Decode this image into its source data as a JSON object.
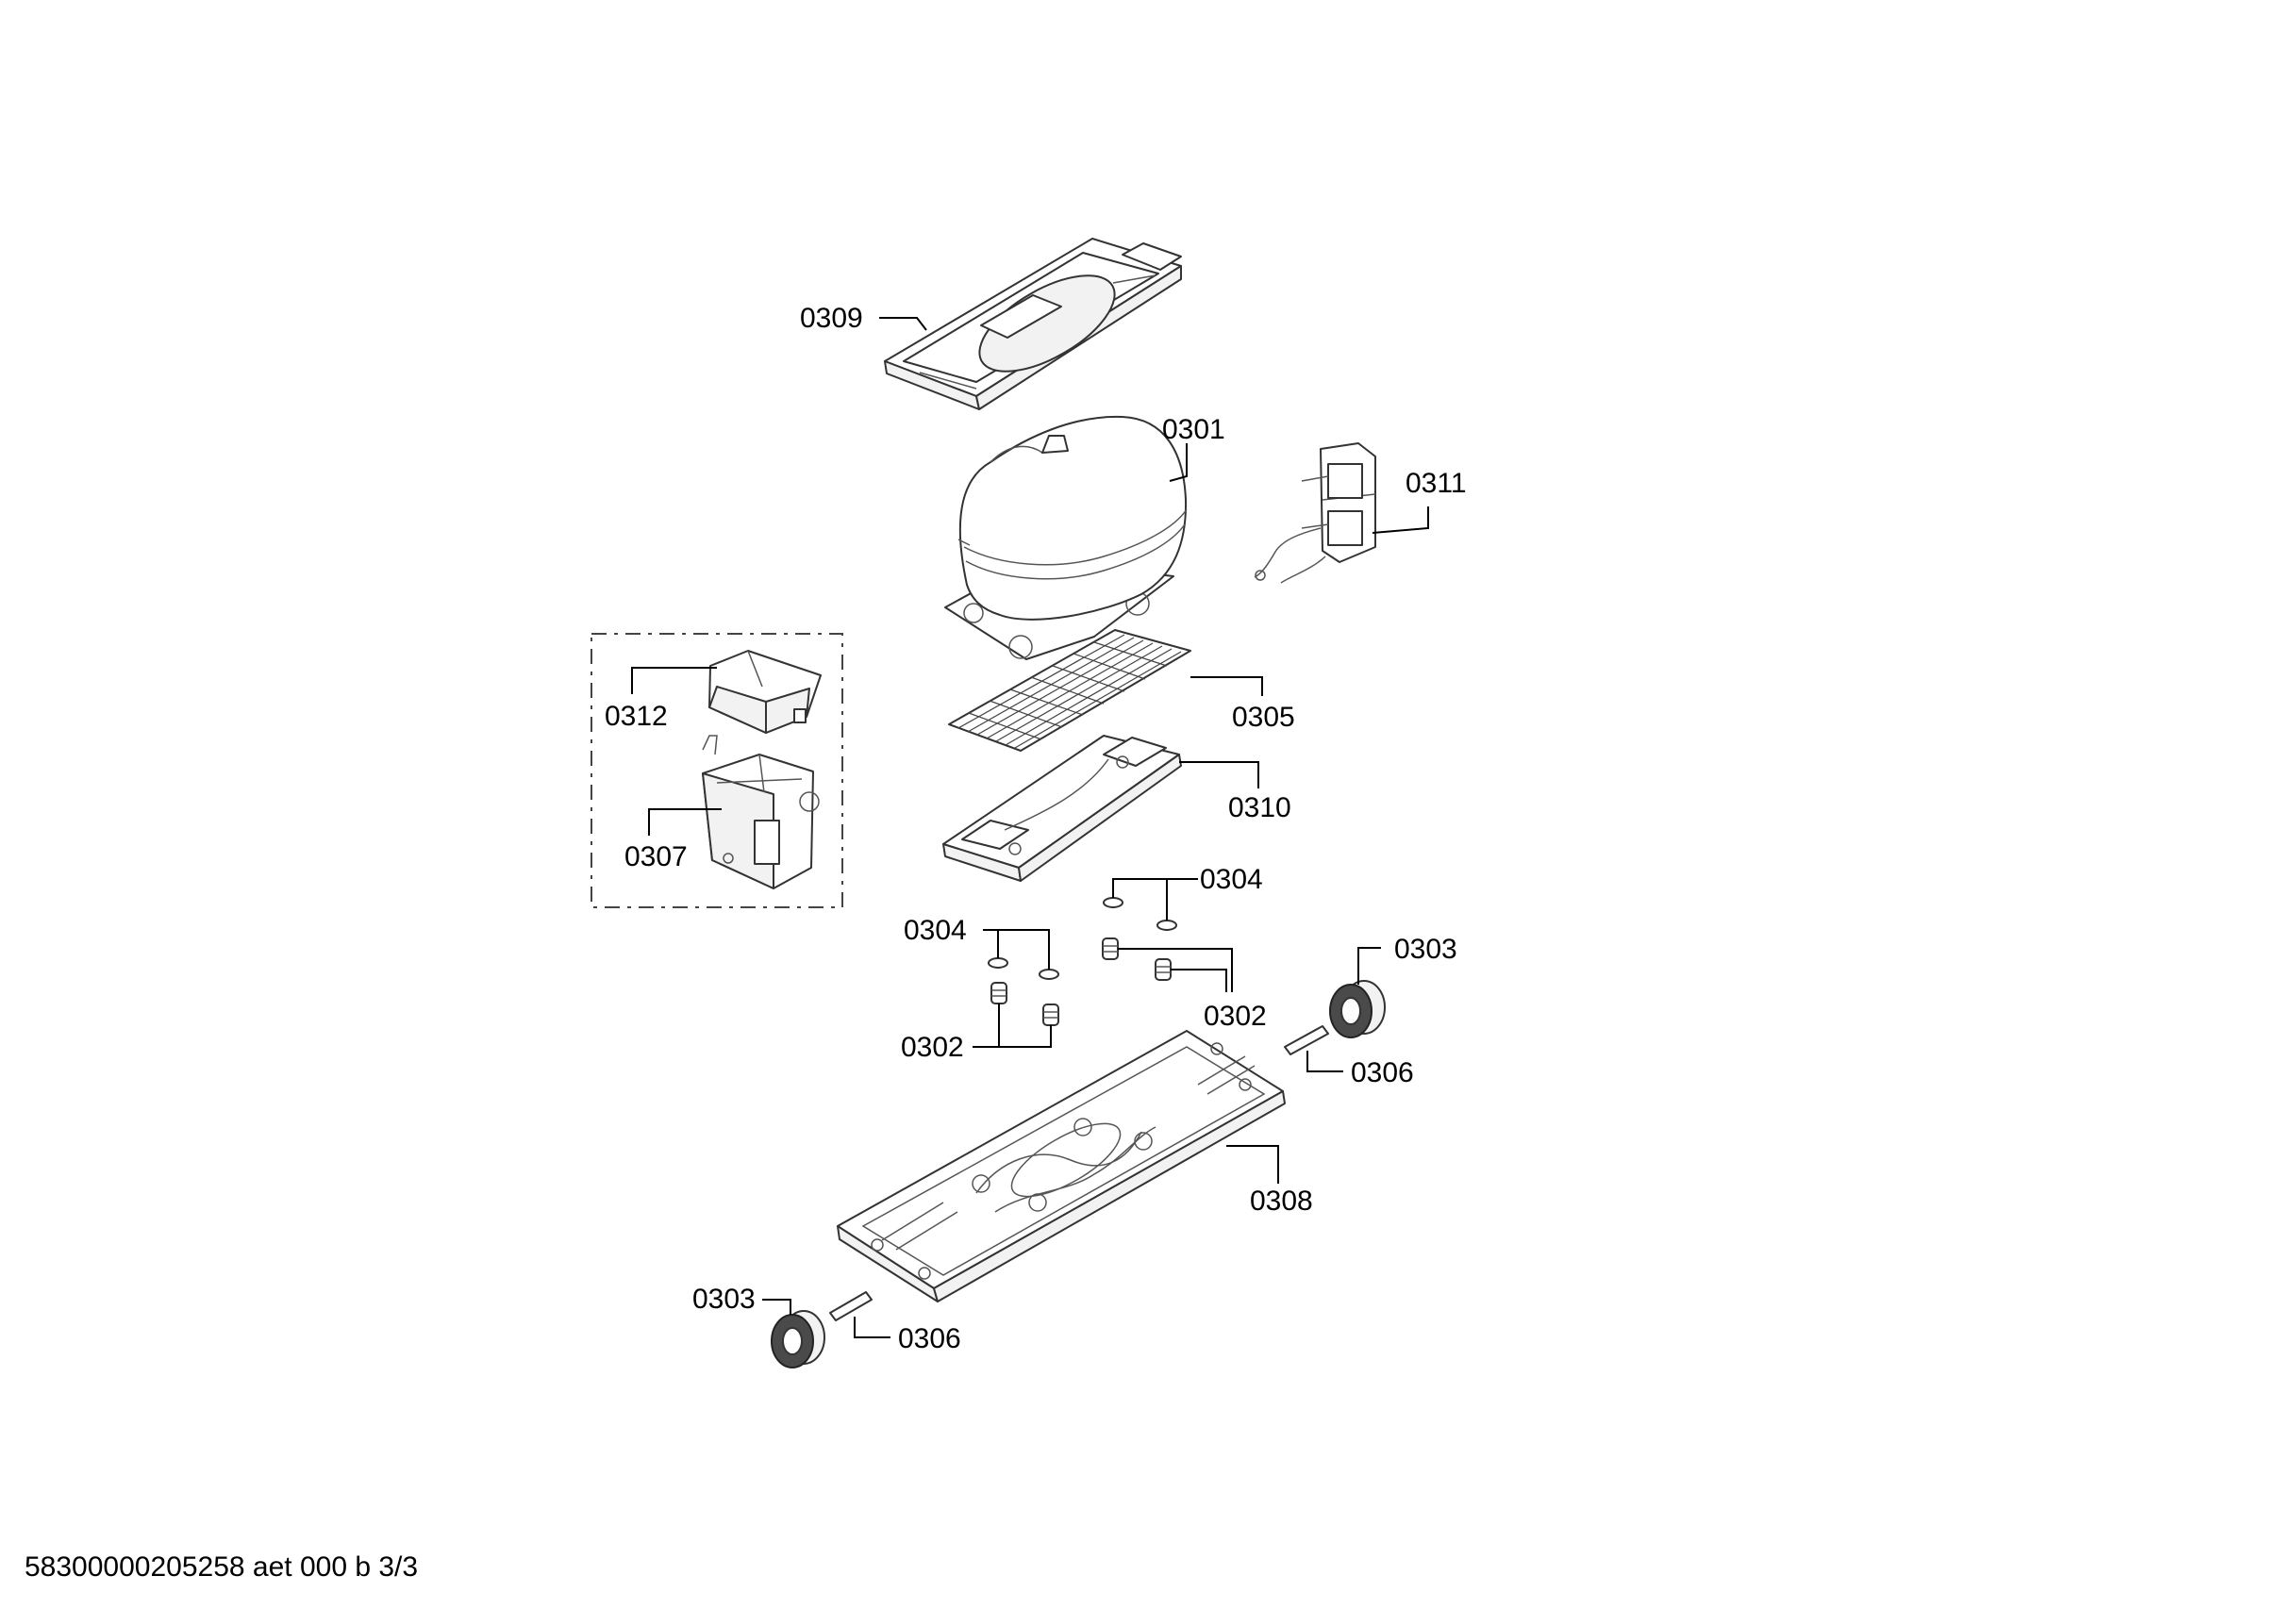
{
  "callouts": {
    "c0301": "0301",
    "c0302a": "0302",
    "c0302b": "0302",
    "c0303a": "0303",
    "c0303b": "0303",
    "c0304a": "0304",
    "c0304b": "0304",
    "c0305": "0305",
    "c0306a": "0306",
    "c0306b": "0306",
    "c0307": "0307",
    "c0308": "0308",
    "c0309": "0309",
    "c0310": "0310",
    "c0311": "0311",
    "c0312": "0312"
  },
  "footer": {
    "document_reference": "58300000205258 aet 000 b 3/3"
  }
}
